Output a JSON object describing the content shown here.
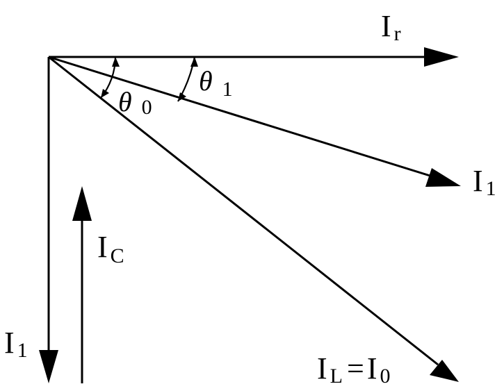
{
  "diagram": {
    "vectors": [
      {
        "id": "ir",
        "main": "I",
        "sub": "r"
      },
      {
        "id": "i1-lower",
        "main": "I",
        "sub": "1"
      },
      {
        "id": "i1-left",
        "main": "I",
        "sub": "1"
      },
      {
        "id": "ic",
        "main": "I",
        "sub": "C"
      }
    ],
    "il_i0": {
      "main_left": "I",
      "sub_left": "L",
      "equals": "=",
      "main_right": "I",
      "sub_right": "0"
    },
    "angles": [
      {
        "id": "theta0",
        "symbol": "θ",
        "sub": "0"
      },
      {
        "id": "theta1",
        "symbol": "θ",
        "sub": "1"
      }
    ]
  }
}
